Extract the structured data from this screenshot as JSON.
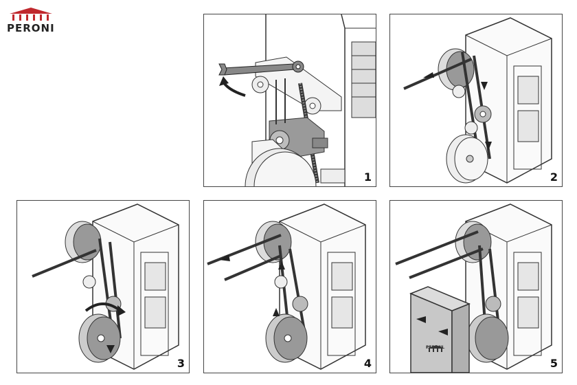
{
  "brand": {
    "name": "PERONI",
    "accent": "#c0282d"
  },
  "steps": [
    {
      "number": "1"
    },
    {
      "number": "2"
    },
    {
      "number": "3"
    },
    {
      "number": "4"
    },
    {
      "number": "5"
    }
  ],
  "cover": {
    "label": "PERONI"
  }
}
